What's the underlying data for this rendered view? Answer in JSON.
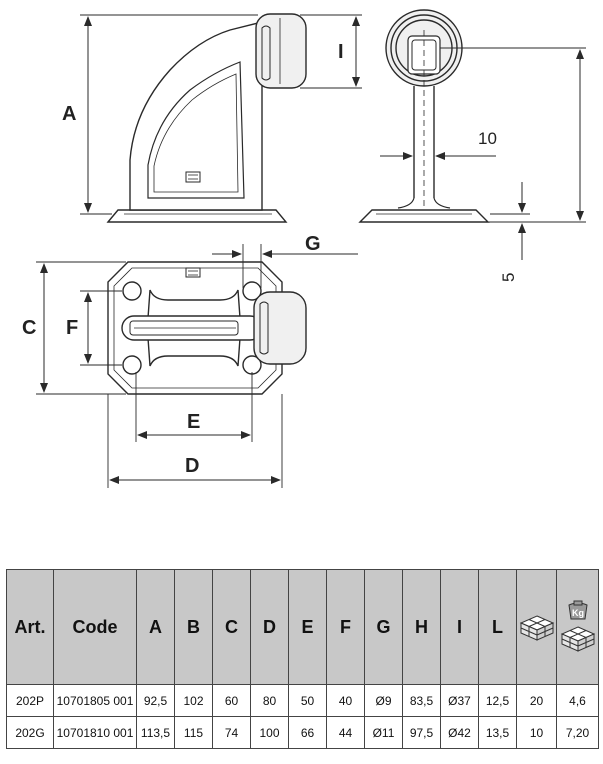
{
  "labels": {
    "A": "A",
    "C": "C",
    "D": "D",
    "E": "E",
    "F": "F",
    "G": "G",
    "I": "I",
    "ten": "10",
    "five": "5"
  },
  "table": {
    "headers": [
      "Art.",
      "Code",
      "A",
      "B",
      "C",
      "D",
      "E",
      "F",
      "G",
      "H",
      "I",
      "L"
    ],
    "icons": [
      "box-quantity-icon",
      "box-weight-icon"
    ],
    "icon_kg": "Kg",
    "rows": [
      [
        "202P",
        "10701805 001",
        "92,5",
        "102",
        "60",
        "80",
        "50",
        "40",
        "Ø9",
        "83,5",
        "Ø37",
        "12,5",
        "20",
        "4,6"
      ],
      [
        "202G",
        "10701810 001",
        "113,5",
        "115",
        "74",
        "100",
        "66",
        "44",
        "Ø11",
        "97,5",
        "Ø42",
        "13,5",
        "10",
        "7,20"
      ]
    ]
  },
  "colors": {
    "line": "#2a2a2a",
    "header_bg": "#c8c8c8",
    "bumper_fill": "#f0f0f0"
  }
}
